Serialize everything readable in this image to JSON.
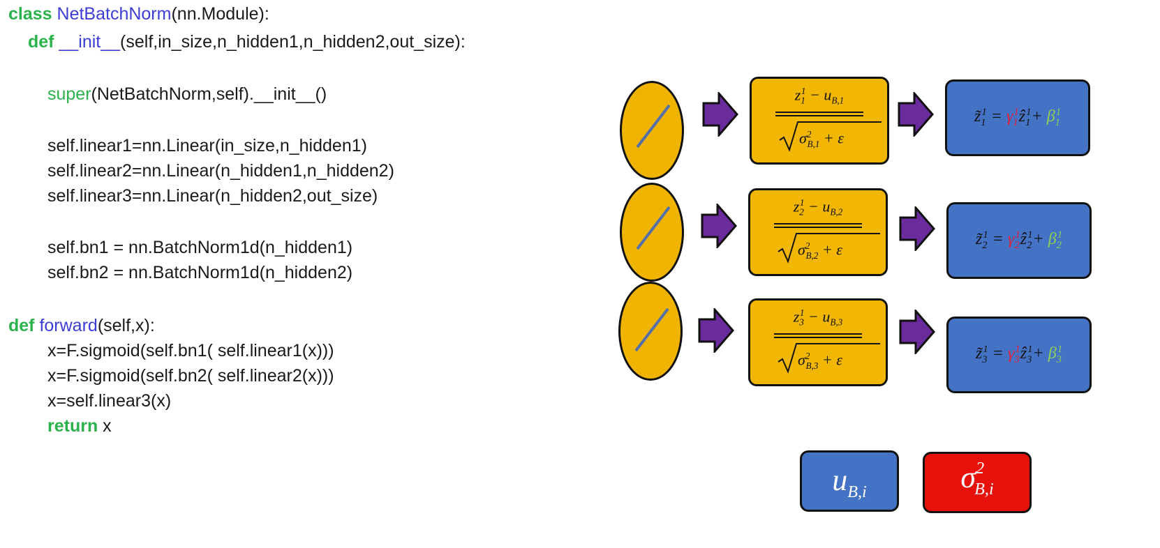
{
  "code": {
    "line1": {
      "kw": "class",
      "name": "NetBatchNorm",
      "rest": "(nn.Module):"
    },
    "line2": {
      "kw": "def",
      "name": "__init__",
      "rest": "(self,in_size,n_hidden1,n_hidden2,out_size):"
    },
    "line3": {
      "builtin": "super",
      "rest": "(NetBatchNorm,self).__init__()"
    },
    "line4": "self.linear1=nn.Linear(in_size,n_hidden1)",
    "line5": "self.linear2=nn.Linear(n_hidden1,n_hidden2)",
    "line6": "self.linear3=nn.Linear(n_hidden2,out_size)",
    "line7": "self.bn1 = nn.BatchNorm1d(n_hidden1)",
    "line8": "self.bn2 = nn.BatchNorm1d(n_hidden2)",
    "line9": {
      "kw": "def",
      "name": "forward",
      "rest": "(self,x):"
    },
    "line10": "x=F.sigmoid(self.bn1( self.linear1(x)))",
    "line11": "x=F.sigmoid(self.bn2( self.linear2(x)))",
    "line12": "x=self.linear3(x)",
    "line13": {
      "kw": "return",
      "rest": " x"
    }
  },
  "diagram": {
    "rows": [
      {
        "index": "1",
        "num": "z",
        "num_rest": " − u",
        "sub": "B,1",
        "sigma": "σ",
        "den_sub": "B,1",
        "den_rest": " + ε"
      },
      {
        "index": "2",
        "num": "z",
        "num_rest": " − u",
        "sub": "B,2",
        "sigma": "σ",
        "den_sub": "B,2",
        "den_rest": " + ε"
      },
      {
        "index": "3",
        "num": "z",
        "num_rest": " − u",
        "sub": "B,3",
        "sigma": "σ",
        "den_sub": "B,3",
        "den_rest": " + ε"
      }
    ],
    "stats": {
      "mean": {
        "base": "u",
        "sub": "B,i"
      },
      "var": {
        "base": "σ",
        "sup": "2",
        "sub": "B,i"
      }
    },
    "colors": {
      "neuron": "#f0b400",
      "norm_box": "#f2b705",
      "scale_box": "#4472c4",
      "arrow": "#6a2c9c",
      "gamma": "#e0203a",
      "beta": "#8fd05a",
      "mean_box": "#4472c4",
      "var_box": "#e8120c"
    }
  }
}
